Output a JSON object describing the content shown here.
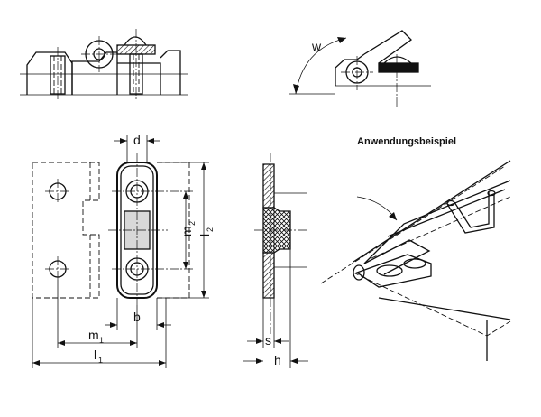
{
  "labels": {
    "angle": "w",
    "d": "d",
    "m2": "m",
    "m2_sub": "2",
    "l2": "l",
    "l2_sub": "2",
    "b": "b",
    "m1": "m",
    "m1_sub": "1",
    "l1": "l",
    "l1_sub": "1",
    "s": "s",
    "h": "h"
  },
  "application_title": "Anwendungsbeispiel"
}
